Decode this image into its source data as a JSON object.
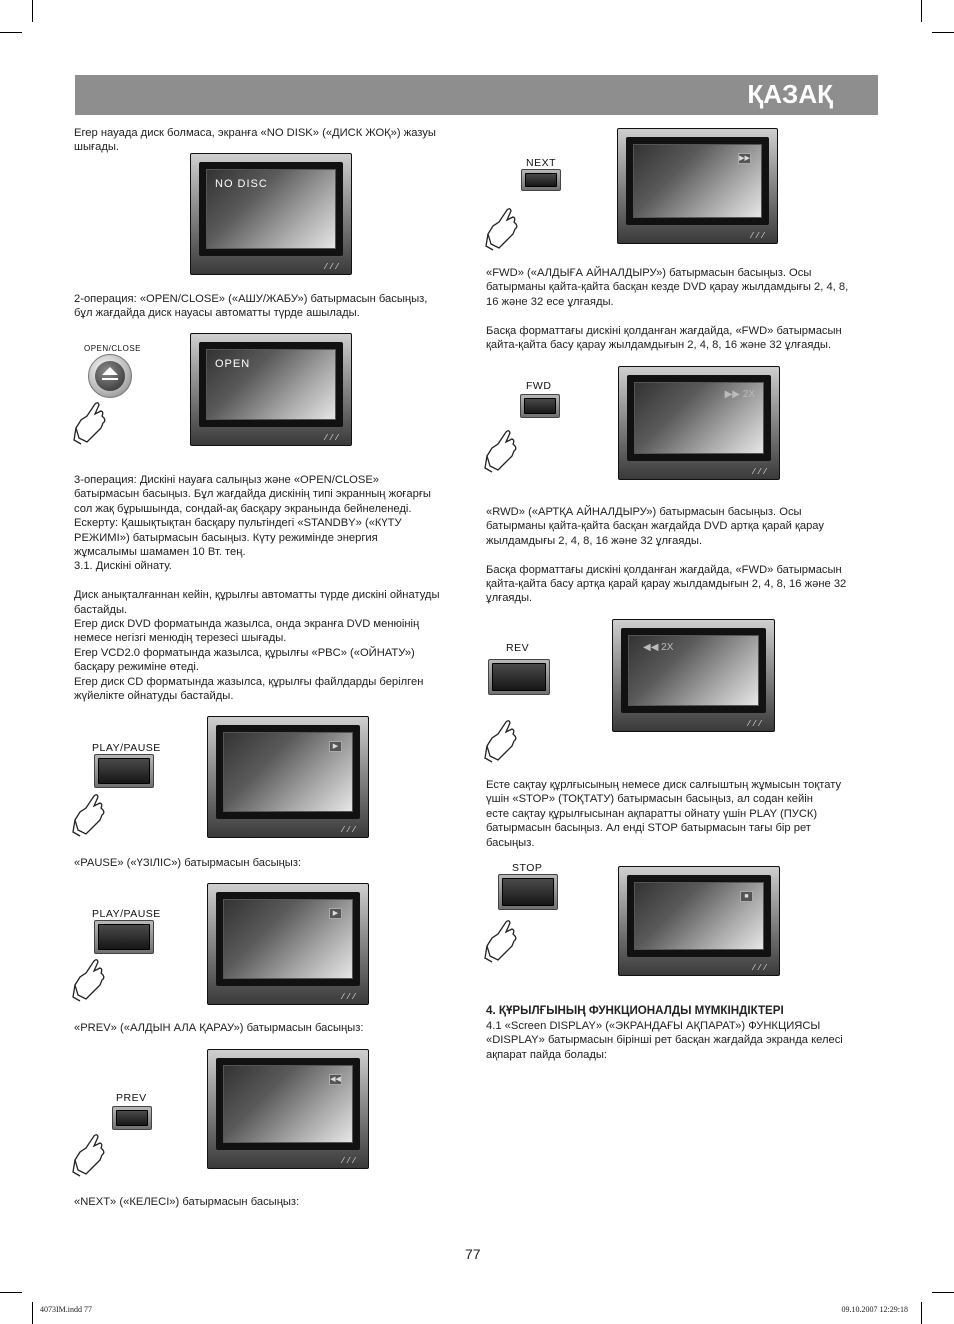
{
  "header": {
    "title": "ҚАЗАҚ"
  },
  "left": {
    "p1": "Егер науада диск болмаса, экранға «NO DISK» («ДИСК ЖОҚ») жазуы\nшығады.",
    "screen_nodisc": "NO DISC",
    "p2": "2-операция: «OPEN/CLOSE» («АШУ/ЖАБУ») батырмасын басыңыз,\nбұл жағдайда диск науасы автоматты түрде ашылады.",
    "btn_openclose": "OPEN/CLOSE",
    "screen_open": "OPEN",
    "p3": "3-операция: Дискіні науаға  салыңыз және «OPEN/CLOSE»\nбатырмасын басыңыз. Бұл жағдайда дискінің типі экранның жоғарғы\nсол жақ бұрышында, сондай-ақ басқару экранында бейнеленеді.\nЕскерту: Қашықтықтан басқару пультіндегі «STANDBY» («КҮТУ\nРЕЖИМІ») батырмасын басыңыз. Күту режимінде энергия\nжұмсалымы шамамен 10 Вт. тең.\n3.1. Дискіні ойнату.\n\nДиск анықталғаннан кейін, құрылғы автоматты түрде дискіні ойнатуды\nбастайды.\nЕгер диск DVD форматында жазылса, онда экранға DVD менюінің\nнемесе негізгі менюдің терезесі шығады.\nЕгер VCD2.0 форматында жазылса, құрылғы  «PBC» («ОЙНАТУ»)\nбасқару режиміне өтеді.\nЕгер диск CD форматында жазылса, құрылғы файлдарды берілген\nжүйелікте ойнатуды бастайды.",
    "btn_playpause1": "PLAY/PAUSE",
    "p4": "«PAUSE» («ҮЗІЛІС») батырмасын басыңыз:",
    "btn_playpause2": "PLAY/PAUSE",
    "p5": "«PREV» («АЛДЫН АЛА ҚАРАУ») батырмасын басыңыз:",
    "btn_prev": "PREV",
    "p6": "«NEXT» («КЕЛЕСІ») батырмасын басыңыз:"
  },
  "right": {
    "btn_next": "NEXT",
    "p1": "«FWD» («АЛДЫҒА АЙНАЛДЫРУ») батырмасын басыңыз. Осы\nбатырманы қайта-қайта басқан кезде DVD қарау жылдамдығы 2, 4, 8,\n16 және 32 есе ұлғаяды.\n\nБасқа форматтағы дискіні қолданған жағдайда,  «FWD» батырмасын\nқайта-қайта басу қарау жылдамдығын 2, 4, 8, 16 және 32 ұлғаяды.",
    "btn_fwd": "FWD",
    "fwd_speed": "2X",
    "p2": "«RWD» («АРТҚА АЙНАЛДЫРУ») батырмасын басыңыз. Осы\nбатырманы қайта-қайта басқан жағдайда DVD артқа қарай қарау\nжылдамдығы 2, 4, 8, 16 және 32 ұлғаяды.\n\nБасқа форматтағы дискіні қолданған жағдайда,  «FWD» батырмасын\nқайта-қайта басу артқа қарай қарау жылдамдығын 2, 4, 8, 16 және 32\nұлғаяды.",
    "btn_rev": "REV",
    "rev_speed": "2X",
    "p3": "Есте сақтау құрлғысының немесе диск салғыштың жұмысын тоқтату\nүшін «STOP» (ТОҚТАТУ) батырмасын басыңыз, ал содан кейін\nесте сақтау құрылғысынан ақпаратты ойнату үшін PLAY (ПУСК)\nбатырмасын басыңыз. Ал енді STOP батырмасын тағы бір рет\nбасыңыз.",
    "btn_stop": "STOP",
    "heading4": "4. ҚҰРЫЛҒЫНЫҢ ФУНКЦИОНАЛДЫ МҮМКІНДІКТЕРІ",
    "p4": "4.1 «Screen DISPLAY» («ЭКРАНДАҒЫ АҚПАРАТ») ФУНКЦИЯСЫ\n«DISPLAY» батырмасын бірінші рет басқан жағдайда экранда келесі\nақпарат пайда болады:"
  },
  "page_number": "77",
  "footer": {
    "file": "4073IM.indd   77",
    "date": "09.10.2007   12:29:18"
  }
}
